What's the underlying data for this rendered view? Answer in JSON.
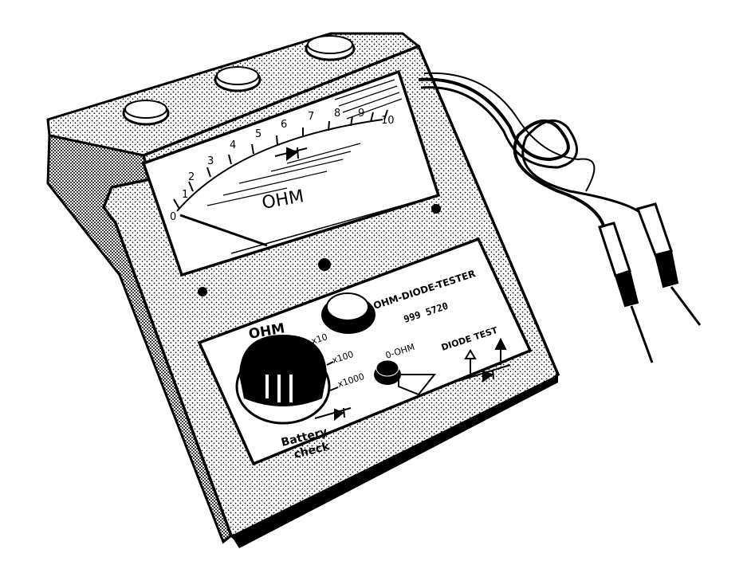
{
  "meter": {
    "scale_numbers": [
      "0",
      "1",
      "2",
      "3",
      "4",
      "5",
      "6",
      "7",
      "8",
      "9",
      "10"
    ],
    "scale_label": "OHM"
  },
  "panel": {
    "knob_label": "OHM",
    "range_x10": "x10",
    "range_x100": "x100",
    "range_x1000": "x1000",
    "battery_line1": "Battery",
    "battery_line2": "check",
    "title": "OHM-DIODE-TESTER",
    "model": "999 5720",
    "zero_ohm": "0-OHM",
    "diode_test": "DIODE TEST"
  },
  "colors": {
    "ink": "#000000",
    "paper": "#ffffff"
  }
}
